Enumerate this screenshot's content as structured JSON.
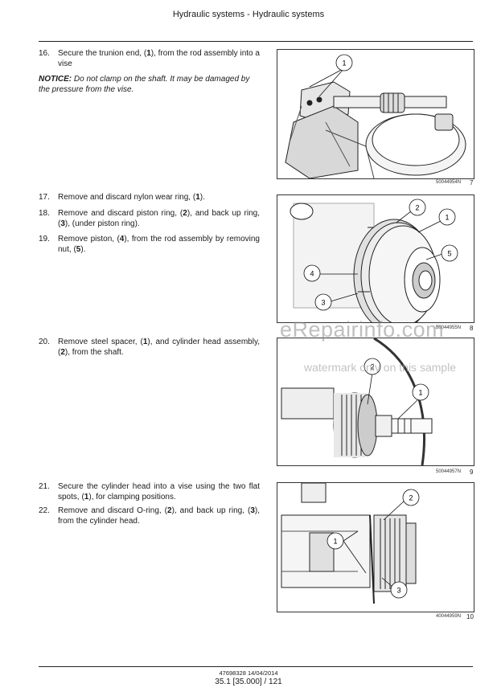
{
  "header": {
    "title": "Hydraulic systems - Hydraulic systems"
  },
  "steps": [
    {
      "num": "16.",
      "parts": [
        "Secure the trunion end, (",
        "1",
        "), from the rod assembly into a vise"
      ]
    },
    {
      "num": "17.",
      "parts": [
        "Remove and discard nylon wear ring, (",
        "1",
        ")."
      ]
    },
    {
      "num": "18.",
      "parts": [
        "Remove and discard piston ring, (",
        "2",
        "), and back up ring, (",
        "3",
        "), (under piston ring)."
      ]
    },
    {
      "num": "19.",
      "parts": [
        "Remove piston, (",
        "4",
        "), from the rod assembly by removing nut, (",
        "5",
        ")."
      ]
    },
    {
      "num": "20.",
      "parts": [
        "Remove steel spacer, (",
        "1",
        "), and cylinder head assembly, (",
        "2",
        "), from the shaft."
      ]
    },
    {
      "num": "21.",
      "parts": [
        "Secure the cylinder head into a vise using the two flat spots, (",
        "1",
        "), for clamping positions."
      ]
    },
    {
      "num": "22.",
      "parts": [
        "Remove and discard O-ring, (",
        "2",
        "), and back up ring, (",
        "3",
        "), from the cylinder head."
      ]
    }
  ],
  "notice": {
    "label": "NOTICE:",
    "text": " Do not clamp on the shaft.  It may be damaged by the pressure from the vise."
  },
  "figures": [
    {
      "code": "50044954N",
      "number": "7",
      "callouts": [
        "1"
      ]
    },
    {
      "code": "50044955N",
      "number": "8",
      "callouts": [
        "1",
        "2",
        "3",
        "4",
        "5"
      ]
    },
    {
      "code": "50044957N",
      "number": "9",
      "callouts": [
        "1",
        "2"
      ]
    },
    {
      "code": "40044959N",
      "number": "10",
      "callouts": [
        "1",
        "2",
        "3"
      ]
    }
  ],
  "watermark": {
    "line1": "eRepairinfo.com",
    "line2": "watermark only on this sample"
  },
  "footer": {
    "doc": "47698328 14/04/2014",
    "page": "35.1 [35.000] / 121"
  }
}
